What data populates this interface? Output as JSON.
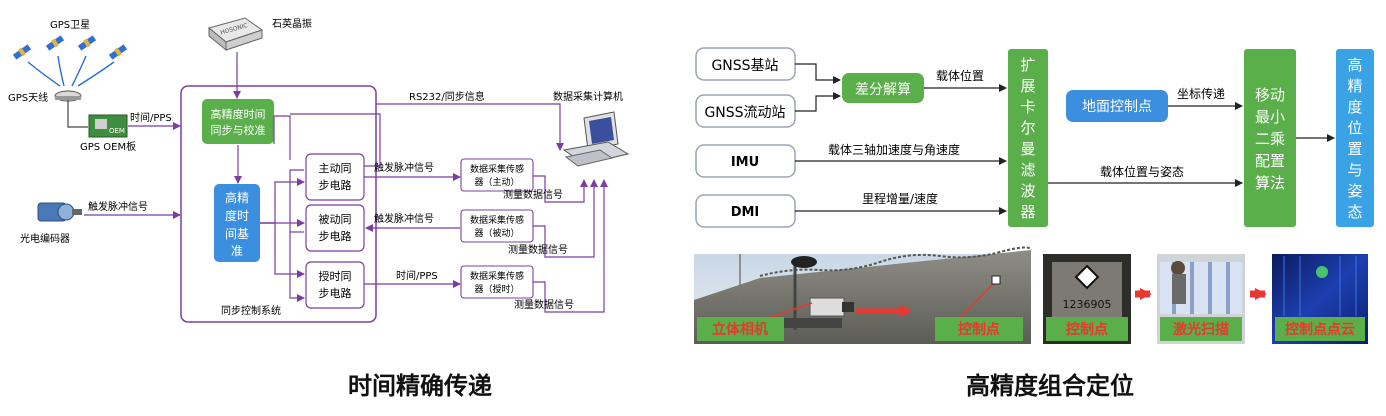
{
  "left": {
    "gps_satellite": "GPS卫星",
    "quartz_osc": "石英晶振",
    "gps_antenna": "GPS天线",
    "time_pps_1": "时间/PPS",
    "gps_oem": "GPS OEM板",
    "trigger_pulse_encoder": "触发脉冲信号",
    "encoder": "光电编码器",
    "hp_time_sync": [
      "高精度时间",
      "同步与校准"
    ],
    "hp_time_base": [
      "高精",
      "度时",
      "间基",
      "准"
    ],
    "active_sync": [
      "主动同",
      "步电路"
    ],
    "passive_sync": [
      "被动同",
      "步电路"
    ],
    "timed_sync": [
      "授时同",
      "步电路"
    ],
    "sync_system": "同步控制系统",
    "rs232": "RS232/同步信息",
    "daq_computer": "数据采集计算机",
    "trigger_pulse_a": "触发脉冲信号",
    "trigger_pulse_b": "触发脉冲信号",
    "time_pps_2": "时间/PPS",
    "sensor_active": [
      "数据采集传感",
      "器（主动）"
    ],
    "sensor_passive": [
      "数据采集传感",
      "器（被动）"
    ],
    "sensor_timed": [
      "数据采集传感",
      "器（授时）"
    ],
    "meas_a": "测量数据信号",
    "meas_b": "测量数据信号",
    "meas_c": "测量数据信号",
    "oem_chip": "OEM",
    "osc_chip": "HOSONIC",
    "caption": "时间精确传递"
  },
  "right": {
    "gnss_base": "GNSS基站",
    "gnss_rover": "GNSS流动站",
    "diff": "差分解算",
    "carrier_pos": "载体位置",
    "imu": "IMU",
    "imu_signal": "载体三轴加速度与角速度",
    "dmi": "DMI",
    "dmi_signal": "里程增量/速度",
    "ekf": [
      "扩",
      "展",
      "卡",
      "尔",
      "曼",
      "滤",
      "波",
      "器"
    ],
    "gcp": "地面控制点",
    "coord_transfer": "坐标传递",
    "mls": [
      "移动",
      "最小",
      "二乘",
      "配置",
      "算法"
    ],
    "carrier_pos_att": "载体位置与姿态",
    "output": [
      "高",
      "精",
      "度",
      "位",
      "置",
      "与",
      "姿",
      "态"
    ],
    "photo_stereo": "立体相机",
    "photo_ctrl1": "控制点",
    "photo_ctrl2": "控制点",
    "photo_laser": "激光扫描",
    "photo_cloud": "控制点点云",
    "target_number": "1236905",
    "caption": "高精度组合定位"
  },
  "colors": {
    "frame": "#7b3fa0",
    "green": "#5aaf4a",
    "blue": "#3c8ede",
    "sky": "#3aa3e6",
    "gray_border": "#9aa3b5",
    "red": "#e8382f"
  }
}
